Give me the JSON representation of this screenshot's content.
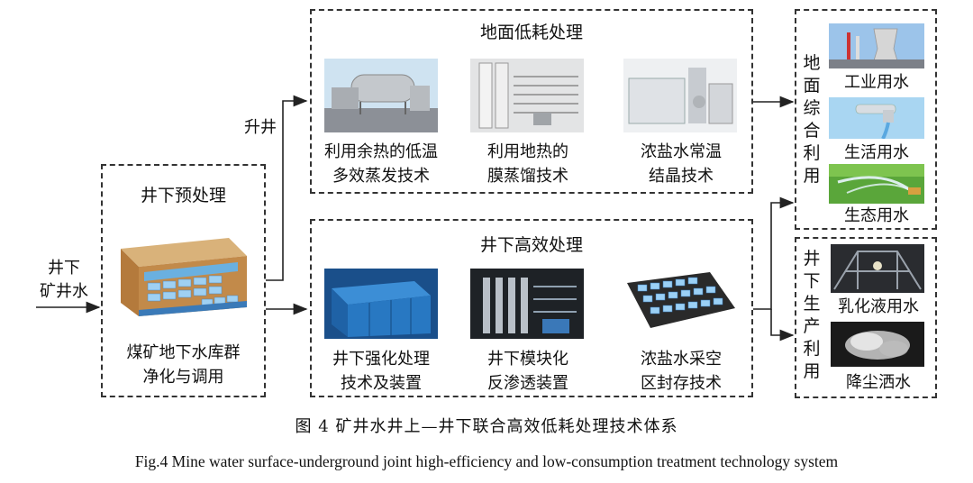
{
  "input": {
    "line1": "井下",
    "line2": "矿井水"
  },
  "lift_label": "升井",
  "pretreatment": {
    "title": "井下预处理",
    "caption_line1": "煤矿地下水库群",
    "caption_line2": "净化与调用"
  },
  "surface": {
    "title": "地面低耗处理",
    "items": [
      {
        "line1": "利用余热的低温",
        "line2": "多效蒸发技术"
      },
      {
        "line1": "利用地热的",
        "line2": "膜蒸馏技术"
      },
      {
        "line1": "浓盐水常温",
        "line2": "结晶技术"
      }
    ]
  },
  "underground": {
    "title": "井下高效处理",
    "items": [
      {
        "line1": "井下强化处理",
        "line2": "技术及装置"
      },
      {
        "line1": "井下模块化",
        "line2": "反渗透装置"
      },
      {
        "line1": "浓盐水采空",
        "line2": "区封存技术"
      }
    ]
  },
  "surface_use": {
    "title_chars": [
      "地",
      "面",
      "综",
      "合",
      "利",
      "用"
    ],
    "items": [
      "工业用水",
      "生活用水",
      "生态用水"
    ]
  },
  "underground_use": {
    "title_chars": [
      "井",
      "下",
      "生",
      "产",
      "利",
      "用"
    ],
    "items": [
      "乳化液用水",
      "降尘洒水"
    ]
  },
  "caption_cn": "图 4   矿井水井上—井下联合高效低耗处理技术体系",
  "caption_en": "Fig.4    Mine water surface-underground joint high-efficiency and low-consumption treatment technology system"
}
